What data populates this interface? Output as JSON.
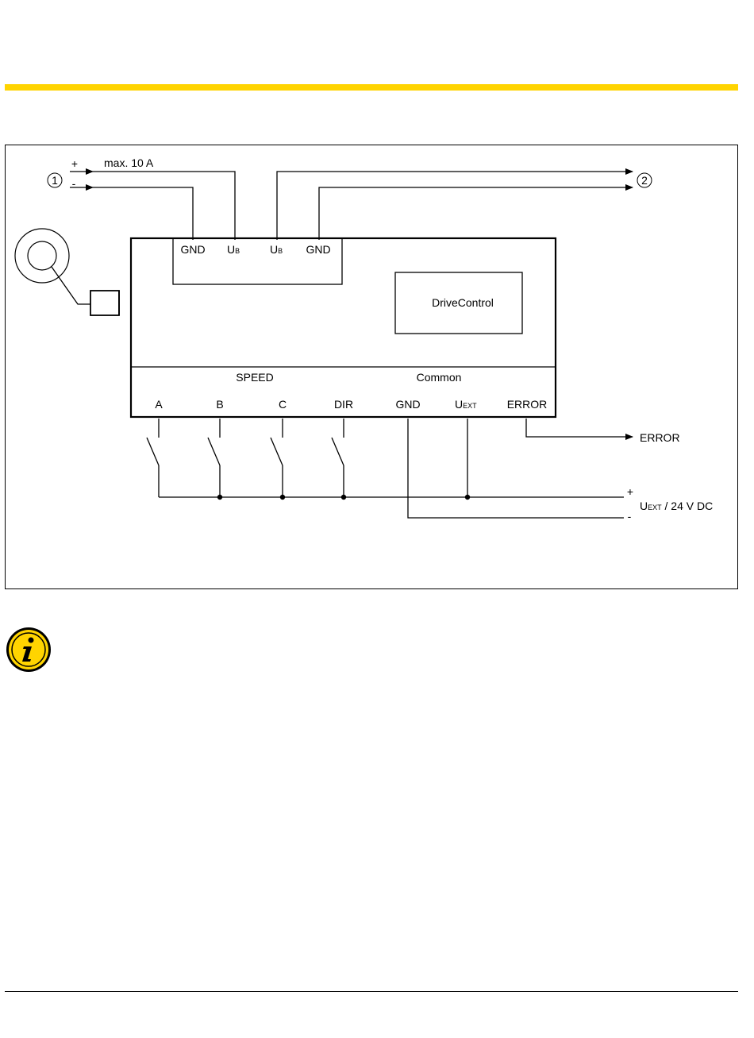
{
  "diagram": {
    "input_marker": "1",
    "output_marker": "2",
    "plus_sign": "+",
    "minus_sign": "-",
    "max_current_label": "max. 10 A",
    "power_connector": {
      "gnd_left": "GND",
      "ub_left_main": "U",
      "ub_left_sub": "B",
      "ub_right_main": "U",
      "ub_right_sub": "B",
      "gnd_right": "GND"
    },
    "drivecontrol_label": "DriveControl",
    "section_speed": "SPEED",
    "section_common": "Common",
    "terminals": {
      "a": "A",
      "b": "B",
      "c": "C",
      "dir": "DIR",
      "gnd": "GND",
      "uext_main": "U",
      "uext_sub": "EXT",
      "error": "ERROR"
    },
    "error_output": "ERROR",
    "supply_main": "U",
    "supply_sub": "EXT",
    "supply_rest": " / 24 V DC"
  },
  "colors": {
    "accent_yellow": "#ffd400",
    "line": "#000000"
  },
  "icons": {
    "info": "info-icon"
  }
}
